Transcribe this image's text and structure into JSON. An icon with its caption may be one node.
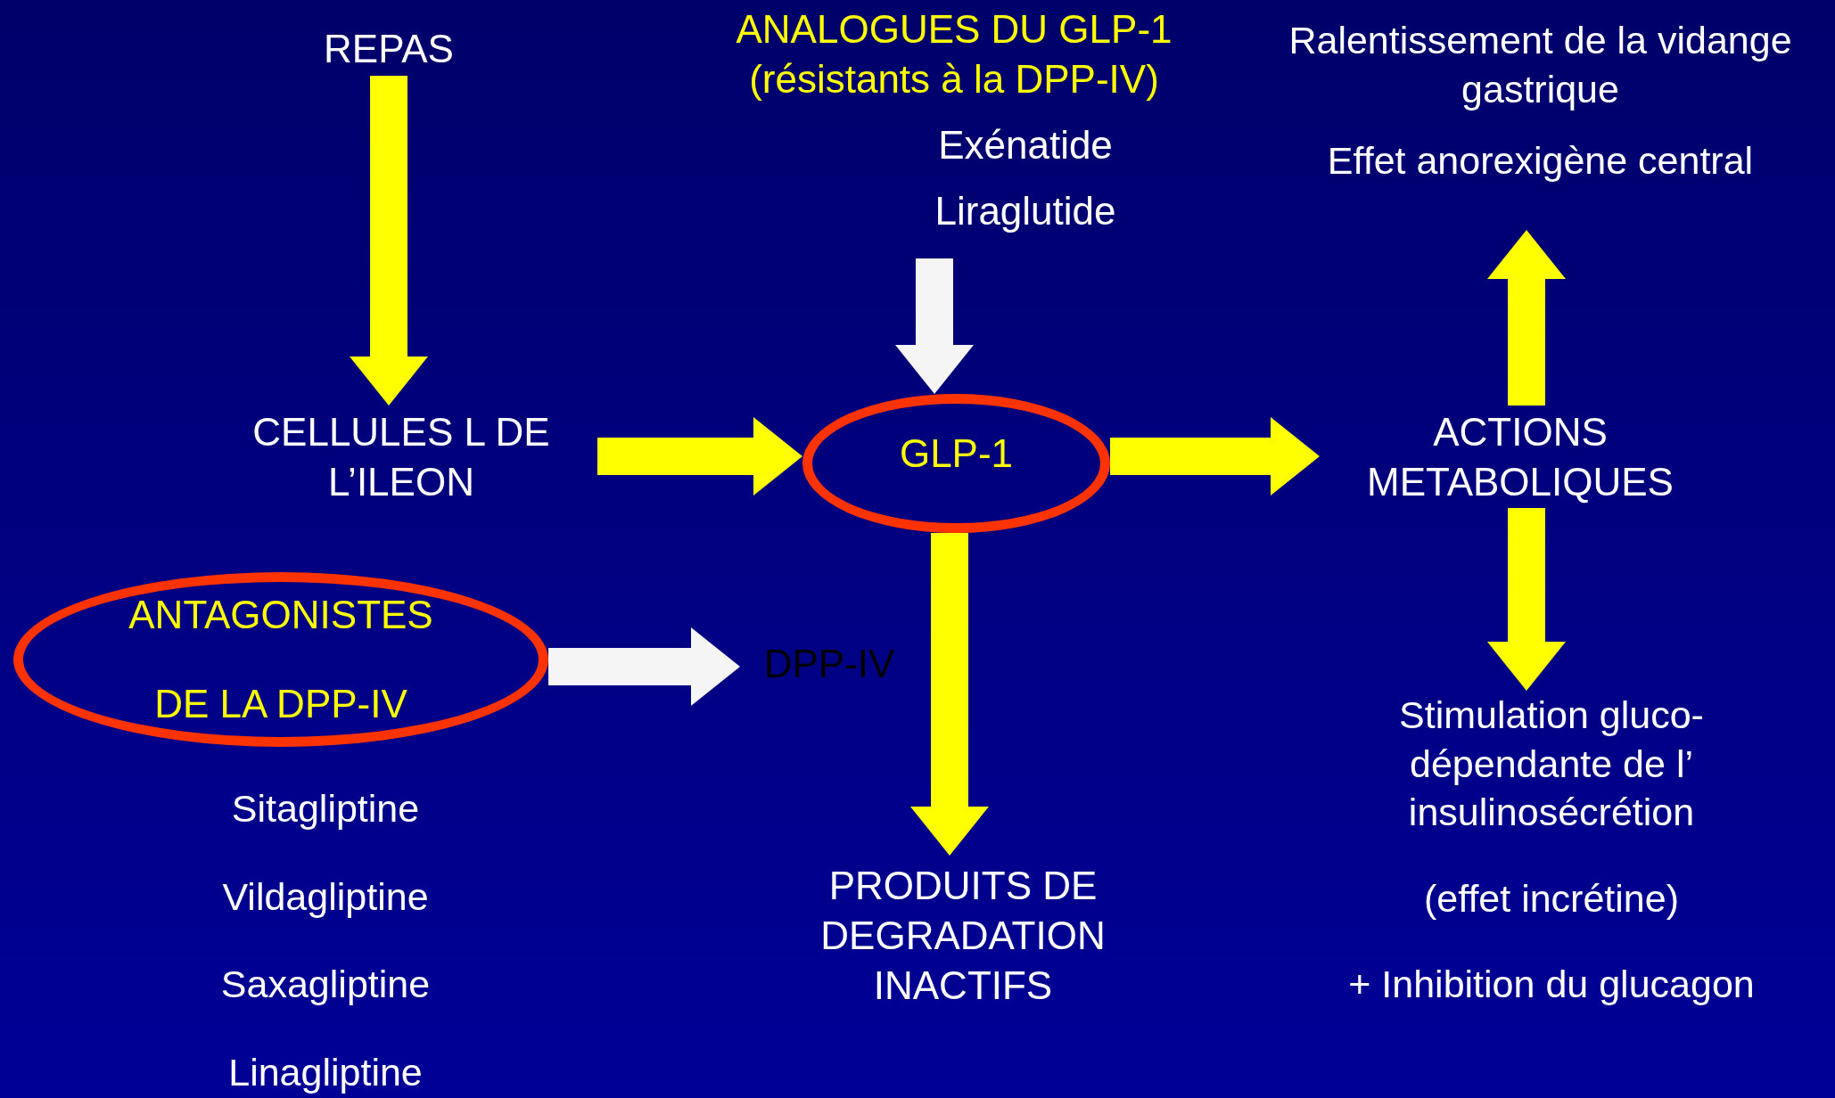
{
  "diagram": {
    "nodes": [
      {
        "text": [
          "REPAS"
        ]
      },
      {
        "text": [
          "CELLULES  L DE L’ILEON"
        ]
      },
      {
        "text": [
          "GLP-1"
        ]
      },
      {
        "text": [
          "ANALOGUES DU GLP-1 (résistants à  la DPP-IV)",
          "Exénatide",
          "Liraglutide"
        ]
      },
      {
        "text": [
          "ACTIONS METABOLIQUES"
        ]
      },
      {
        "text": [
          "Ralentissement de la vidange gastrique",
          "Effet anorexigène central"
        ]
      },
      {
        "text": [
          "Stimulation gluco-dépendante de l’ insulinosécrétion",
          "(effet incrétine)",
          "+ Inhibition du glucagon"
        ]
      },
      {
        "text": [
          "ANTAGONISTES",
          "DE LA DPP-IV"
        ],
        "beside": [
          "Sitagliptine",
          "Vildagliptine",
          "Saxagliptine",
          "Linagliptine"
        ]
      },
      {
        "text": [
          "DPP-IV"
        ]
      },
      {
        "text": [
          "PRODUITS DE DEGRADATION INACTIFS"
        ]
      }
    ],
    "edges": [
      {
        "from": 0,
        "to": 1,
        "arrow": "to"
      },
      {
        "from": 1,
        "to": 2,
        "arrow": "to"
      },
      {
        "from": 3,
        "to": 2,
        "arrow": "to",
        "color": "#f5f5f5"
      },
      {
        "from": 2,
        "to": 4,
        "arrow": "to"
      },
      {
        "from": 4,
        "to": 5,
        "arrow": "to"
      },
      {
        "from": 4,
        "to": 6,
        "arrow": "to"
      },
      {
        "from": 7,
        "to": 8,
        "arrow": "to",
        "color": "#f5f5f5"
      },
      {
        "from": 2,
        "to": 9,
        "arrow": "to"
      }
    ]
  }
}
